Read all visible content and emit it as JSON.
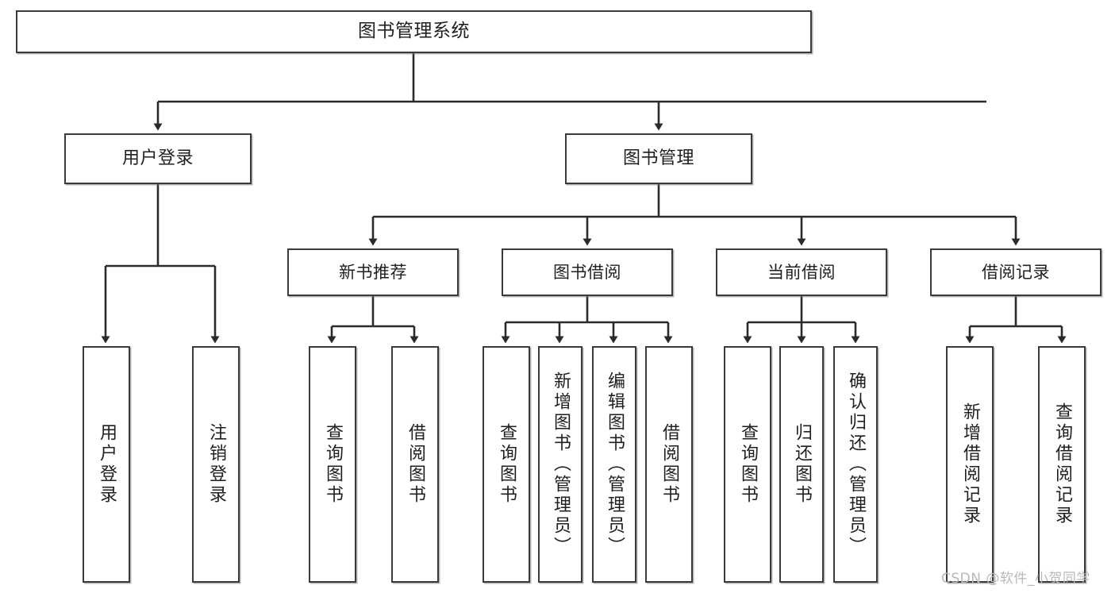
{
  "diagram": {
    "type": "tree",
    "title": "图书管理系统",
    "root": {
      "id": "root",
      "label": "图书管理系统"
    },
    "level2": [
      {
        "id": "user-login",
        "label": "用户登录"
      },
      {
        "id": "book-manage",
        "label": "图书管理"
      }
    ],
    "level3": [
      {
        "id": "new-book-rec",
        "label": "新书推荐"
      },
      {
        "id": "book-borrow",
        "label": "图书借阅"
      },
      {
        "id": "current-borrow",
        "label": "当前借阅"
      },
      {
        "id": "borrow-record",
        "label": "借阅记录"
      }
    ],
    "leaves": {
      "user_login": [
        {
          "id": "leaf-user-login",
          "label": "用户登录"
        },
        {
          "id": "leaf-user-logout",
          "label": "注销登录"
        }
      ],
      "new_book_rec": [
        {
          "id": "leaf-query-book-1",
          "label": "查询图书"
        },
        {
          "id": "leaf-borrow-book-1",
          "label": "借阅图书"
        }
      ],
      "book_borrow": [
        {
          "id": "leaf-query-book-2",
          "label": "查询图书"
        },
        {
          "id": "leaf-add-book",
          "label": "新增图书（管理员）"
        },
        {
          "id": "leaf-edit-book",
          "label": "编辑图书（管理员）"
        },
        {
          "id": "leaf-borrow-book-2",
          "label": "借阅图书"
        }
      ],
      "current_borrow": [
        {
          "id": "leaf-query-book-3",
          "label": "查询图书"
        },
        {
          "id": "leaf-return-book",
          "label": "归还图书"
        },
        {
          "id": "leaf-confirm-return",
          "label": "确认归还（管理员）"
        }
      ],
      "borrow_record": [
        {
          "id": "leaf-add-record",
          "label": "新增借阅记录"
        },
        {
          "id": "leaf-query-record",
          "label": "查询借阅记录"
        }
      ]
    }
  },
  "watermark": {
    "text": "CSDN @软件_小贺同学"
  },
  "colors": {
    "background": "#ffffff",
    "box_border": "#3a3a3a",
    "box_fill": "#ffffff",
    "text": "#1f1f1f",
    "edge": "#2b2b2b",
    "watermark": "#b9b9b9"
  }
}
